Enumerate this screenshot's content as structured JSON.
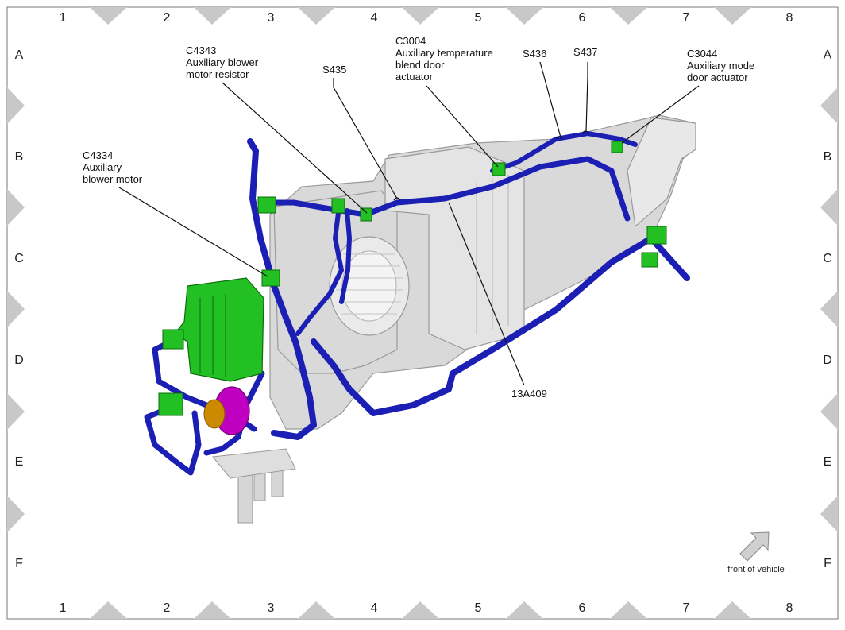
{
  "grid": {
    "columns": [
      "1",
      "2",
      "3",
      "4",
      "5",
      "6",
      "7",
      "8"
    ],
    "rows": [
      "A",
      "B",
      "C",
      "D",
      "E",
      "F"
    ]
  },
  "callouts": {
    "c4343": {
      "code": "C4343",
      "line1": "Auxiliary blower",
      "line2": "motor resistor"
    },
    "s435": {
      "code": "S435"
    },
    "c3004": {
      "code": "C3004",
      "line1": "Auxiliary temperature",
      "line2": "blend door",
      "line3": "actuator"
    },
    "s436": {
      "code": "S436"
    },
    "s437": {
      "code": "S437"
    },
    "c3044": {
      "code": "C3044",
      "line1": "Auxiliary mode",
      "line2": "door actuator"
    },
    "c4334": {
      "code": "C4334",
      "line1": "Auxiliary",
      "line2": "blower motor"
    },
    "harness": {
      "code": "13A409"
    }
  },
  "orientation": {
    "label": "front of vehicle"
  },
  "colors": {
    "harness": "#1b1fb3",
    "connector": "#22c022",
    "grommet": "#c000c0",
    "housing": "#d9d9d9",
    "marker": "#c8c8c8"
  }
}
